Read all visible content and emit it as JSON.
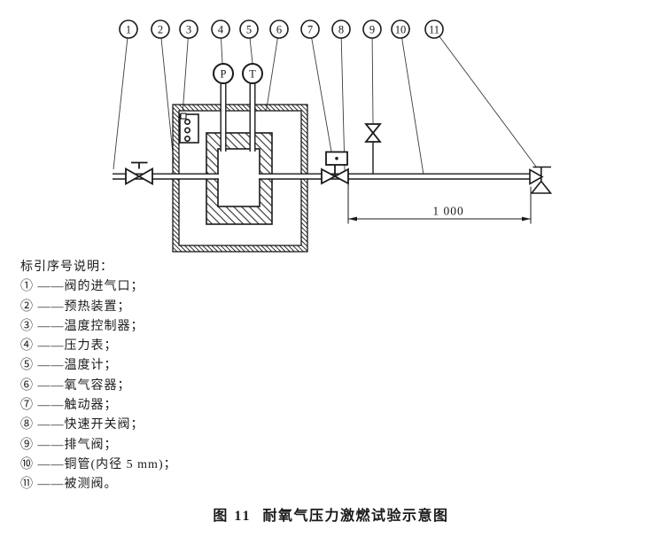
{
  "figure": {
    "callouts": [
      "1",
      "2",
      "3",
      "4",
      "5",
      "6",
      "7",
      "8",
      "9",
      "10",
      "11"
    ],
    "gauges": {
      "pressure": "P",
      "temperature": "T"
    },
    "dimension": "1 000"
  },
  "legend": {
    "title": "标引序号说明：",
    "items": [
      "① ——阀的进气口；",
      "② ——预热装置；",
      "③ ——温度控制器；",
      "④ ——压力表；",
      "⑤ ——温度计；",
      "⑥ ——氧气容器；",
      "⑦ ——触动器；",
      "⑧ ——快速开关阀；",
      "⑨ ——排气阀；",
      "⑩ ——铜管(内径 5 mm)；",
      "⑪ ——被测阀。"
    ]
  },
  "caption": {
    "prefix": "图 11",
    "title": "耐氧气压力激燃试验示意图"
  },
  "colors": {
    "ink": "#1a1a1a",
    "leader": "#3c3c3c",
    "background": "#ffffff"
  }
}
